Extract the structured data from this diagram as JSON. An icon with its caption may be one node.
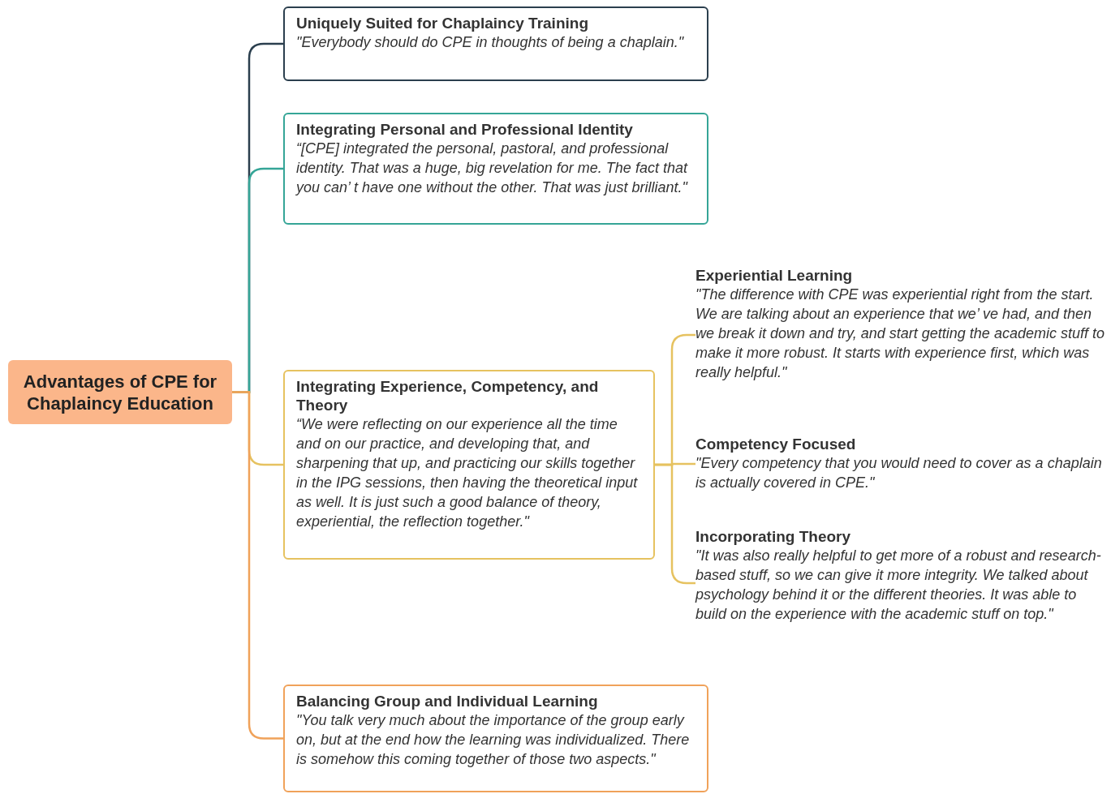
{
  "diagram": {
    "nodes": [
      {
        "text": [
          "Advantages of CPE for Chaplaincy Education"
        ]
      },
      {
        "text": [
          "Uniquely Suited for Chaplaincy Training",
          "\"Everybody should do CPE in thoughts of being a chaplain.\""
        ]
      },
      {
        "text": [
          "Integrating Personal and Professional Identity",
          "“[CPE] integrated the personal, pastoral, and professional identity. That was a huge, big revelation for me. The fact that you can’ t have one without the other. That was just brilliant.\""
        ]
      },
      {
        "text": [
          "Integrating Experience, Competency, and Theory",
          "“We were reflecting on our experience all the time and on our practice, and developing that, and sharpening that up, and practicing our skills together in the IPG sessions, then having the theoretical input as well. It is just such a good balance of theory, experiential, the reflection together.\""
        ]
      },
      {
        "text": [
          "Balancing Group and Individual Learning",
          "\"You talk very much about the importance of the group early on, but at the end how the learning was individualized. There is somehow this coming together of those two aspects.\""
        ]
      },
      {
        "text": [
          "Experiential Learning",
          "\"The difference with CPE was experiential right from the start. We are talking about an experience that we’ ve had, and then we break it down and try, and start getting the academic stuff to make it more robust. It starts with experience first, which was really helpful.\""
        ]
      },
      {
        "text": [
          "Competency Focused",
          "\"Every competency that you would need to cover as a chaplain is actually covered in CPE.\""
        ]
      },
      {
        "text": [
          "Incorporating Theory",
          "\"It was also really helpful to get more of a robust and research-based stuff, so we can give it more integrity. We talked about psychology behind it or the different theories. It was able to build on the experience with the academic stuff on top.\""
        ]
      }
    ],
    "edges": [
      {
        "from": 0,
        "to": 1,
        "arrow": "none",
        "color": "#2b3f4e"
      },
      {
        "from": 0,
        "to": 2,
        "arrow": "none",
        "color": "#35a597"
      },
      {
        "from": 0,
        "to": 3,
        "arrow": "none"
      },
      {
        "from": 0,
        "to": 4,
        "arrow": "none",
        "color": "#f0a25a"
      },
      {
        "from": 3,
        "to": 5,
        "arrow": "none"
      },
      {
        "from": 3,
        "to": 6,
        "arrow": "none"
      },
      {
        "from": 3,
        "to": 7,
        "arrow": "none"
      }
    ]
  }
}
